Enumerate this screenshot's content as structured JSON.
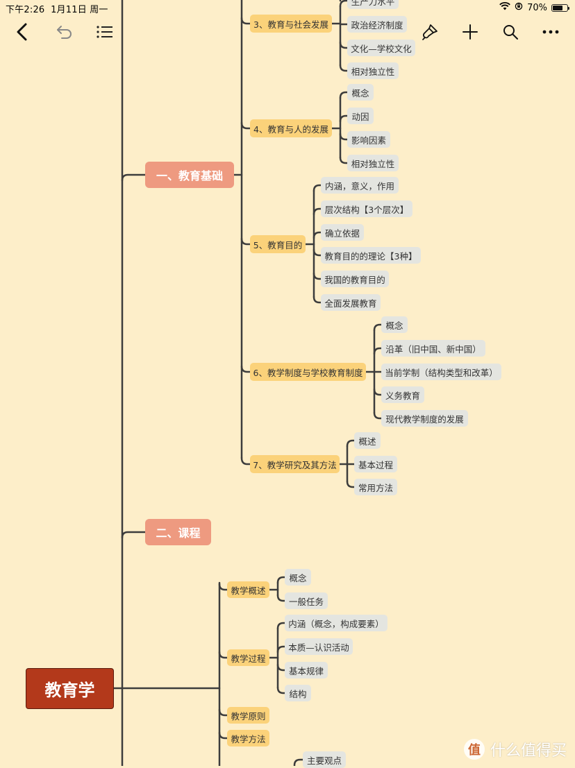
{
  "status_bar": {
    "time": "下午2:26",
    "date": "1月11日 周一",
    "battery": "70%",
    "battery_level": 0.7
  },
  "toolbar": {
    "back_icon": "chevron-left-icon",
    "undo_icon": "undo-icon",
    "outline_icon": "list-icon",
    "style_icon": "paint-brush-icon",
    "add_icon": "plus-icon",
    "search_icon": "search-icon",
    "more_icon": "more-icon"
  },
  "colors": {
    "background": "#fdeec9",
    "root": "#b3391b",
    "main_topic": "#ee9a80",
    "sub_topic": "#fbd27a",
    "leaf": "#e4e5e0",
    "line": "#3c3c3c"
  },
  "mindmap": {
    "root": {
      "label": "教育学"
    },
    "branch1": {
      "label": "一、教育基础",
      "topic3": {
        "label": "3、教育与社会发展",
        "items": [
          "生产力水平",
          "政治经济制度",
          "文化—学校文化",
          "相对独立性"
        ]
      },
      "topic4": {
        "label": "4、教育与人的发展",
        "items": [
          "概念",
          "动因",
          "影响因素",
          "相对独立性"
        ]
      },
      "topic5": {
        "label": "5、教育目的",
        "items": [
          "内涵，意义，作用",
          "层次结构【3个层次】",
          "确立依据",
          "教育目的的理论【3种】",
          "我国的教育目的",
          "全面发展教育"
        ]
      },
      "topic6": {
        "label": "6、教学制度与学校教育制度",
        "items": [
          "概念",
          "沿革（旧中国、新中国）",
          "当前学制（结构类型和改革）",
          "义务教育",
          "现代教学制度的发展"
        ]
      },
      "topic7": {
        "label": "7、教学研究及其方法",
        "items": [
          "概述",
          "基本过程",
          "常用方法"
        ]
      }
    },
    "branch2": {
      "label": "二、课程"
    },
    "branch3": {
      "t1": {
        "label": "教学概述",
        "items": [
          "概念",
          "一般任务"
        ]
      },
      "t2": {
        "label": "教学过程",
        "items": [
          "内涵（概念，构成要素）",
          "本质—认识活动",
          "基本规律",
          "结构"
        ]
      },
      "t3": {
        "label": "教学原则"
      },
      "t4": {
        "label": "教学方法"
      },
      "t5": {
        "items": [
          "主要观点"
        ]
      }
    }
  },
  "watermark": {
    "text": "什么值得买",
    "badge": "值"
  }
}
